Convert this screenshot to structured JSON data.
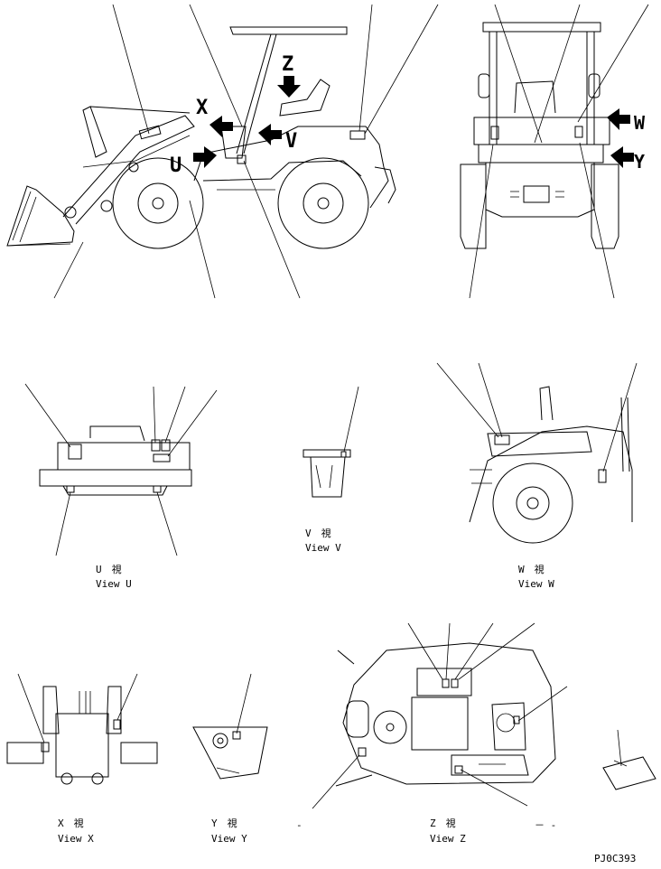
{
  "drawing_code": "PJ0C393",
  "arrow_labels": {
    "u": "U",
    "v": "V",
    "w": "W",
    "x": "X",
    "y": "Y",
    "z": "Z"
  },
  "views": {
    "u": {
      "jp": "U　視",
      "en": "View U"
    },
    "v": {
      "jp": "V　視",
      "en": "View V"
    },
    "w": {
      "jp": "W　視",
      "en": "View W"
    },
    "x": {
      "jp": "X　視",
      "en": "View X"
    },
    "y": {
      "jp": "Y　視",
      "en": "View Y",
      "dash": "-"
    },
    "z": {
      "jp": "Z　視",
      "en": "View Z",
      "dash": "－ -"
    }
  }
}
